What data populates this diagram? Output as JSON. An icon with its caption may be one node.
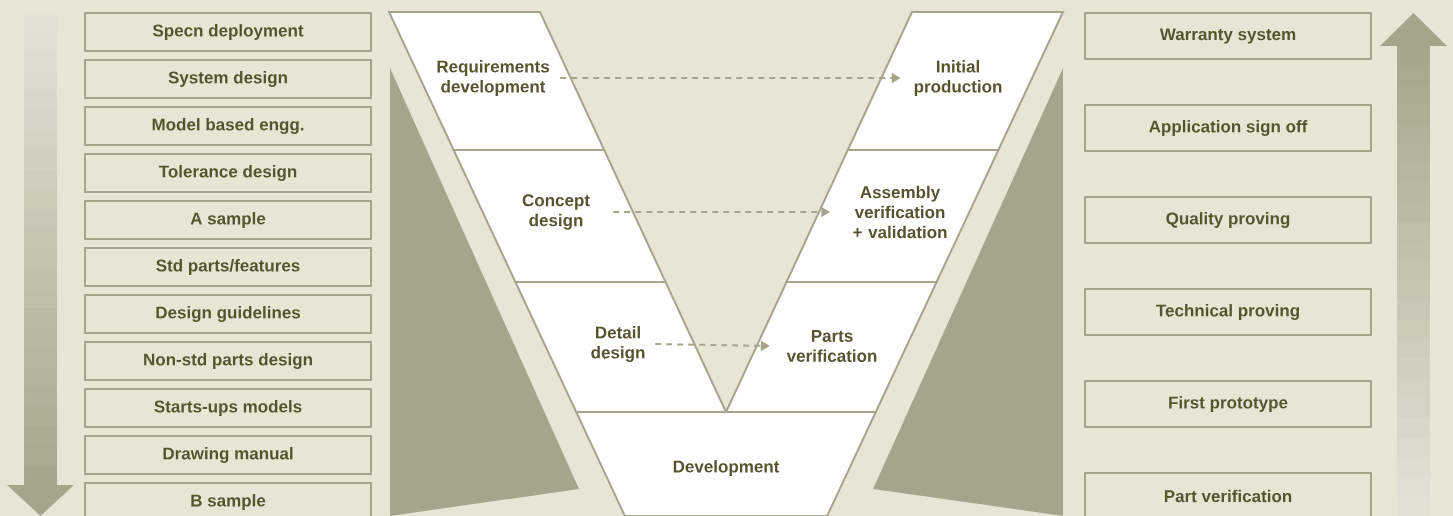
{
  "diagram": {
    "nodes": [
      {
        "text": [
          "Specn deployment"
        ]
      },
      {
        "text": [
          "System design"
        ]
      },
      {
        "text": [
          "Model based engg."
        ]
      },
      {
        "text": [
          "Tolerance design"
        ]
      },
      {
        "text": [
          "A sample"
        ]
      },
      {
        "text": [
          "Std parts/features"
        ]
      },
      {
        "text": [
          "Design guidelines"
        ]
      },
      {
        "text": [
          "Non-std parts design"
        ]
      },
      {
        "text": [
          "Starts-ups models"
        ]
      },
      {
        "text": [
          "Drawing manual"
        ]
      },
      {
        "text": [
          "B sample"
        ]
      },
      {
        "text": [
          "Requirements development"
        ]
      },
      {
        "text": [
          "Concept design"
        ]
      },
      {
        "text": [
          "Detail design"
        ]
      },
      {
        "text": [
          "Development"
        ]
      },
      {
        "text": [
          "Initial production"
        ]
      },
      {
        "text": [
          "Assembly verification + validation"
        ]
      },
      {
        "text": [
          "Parts verification"
        ]
      },
      {
        "text": [
          "Warranty system"
        ]
      },
      {
        "text": [
          "Application sign off"
        ]
      },
      {
        "text": [
          "Quality proving"
        ]
      },
      {
        "text": [
          "Technical proving"
        ]
      },
      {
        "text": [
          "First prototype"
        ]
      },
      {
        "text": [
          "Part verification"
        ]
      }
    ],
    "edges": [
      {
        "from": 11,
        "to": 15,
        "arrow": "to",
        "style": "dashed"
      },
      {
        "from": 12,
        "to": 16,
        "arrow": "to",
        "style": "dashed"
      },
      {
        "from": 13,
        "to": 17,
        "arrow": "to",
        "style": "dashed"
      }
    ]
  }
}
